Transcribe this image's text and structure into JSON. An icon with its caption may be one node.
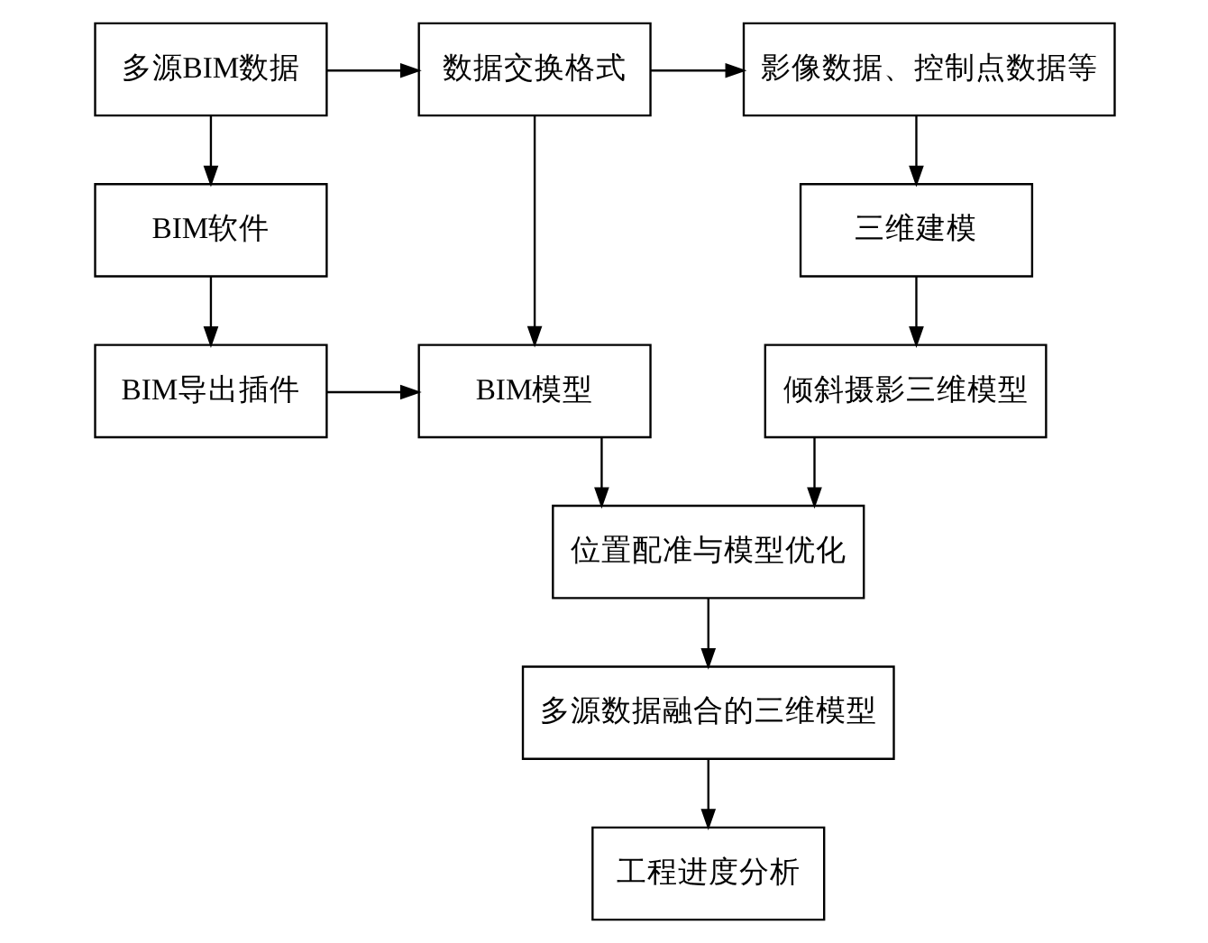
{
  "diagram": {
    "nodes": [
      {
        "text": [
          "多源BIM数据"
        ]
      },
      {
        "text": [
          "数据交换格式"
        ]
      },
      {
        "text": [
          "影像数据、控制点数据等"
        ]
      },
      {
        "text": [
          "BIM软件"
        ]
      },
      {
        "text": [
          "三维建模"
        ]
      },
      {
        "text": [
          "BIM导出插件"
        ]
      },
      {
        "text": [
          "BIM模型"
        ]
      },
      {
        "text": [
          "倾斜摄影三维模型"
        ]
      },
      {
        "text": [
          "位置配准与模型优化"
        ]
      },
      {
        "text": [
          "多源数据融合的三维模型"
        ]
      },
      {
        "text": [
          "工程进度分析"
        ]
      }
    ],
    "edges": [
      {
        "from": 0,
        "to": 1,
        "arrow": "to"
      },
      {
        "from": 1,
        "to": 2,
        "arrow": "to"
      },
      {
        "from": 0,
        "to": 3,
        "arrow": "to"
      },
      {
        "from": 2,
        "to": 4,
        "arrow": "to"
      },
      {
        "from": 3,
        "to": 5,
        "arrow": "to"
      },
      {
        "from": 1,
        "to": 6,
        "arrow": "to"
      },
      {
        "from": 4,
        "to": 7,
        "arrow": "to"
      },
      {
        "from": 5,
        "to": 6,
        "arrow": "to"
      },
      {
        "from": 6,
        "to": 8,
        "arrow": "to"
      },
      {
        "from": 7,
        "to": 8,
        "arrow": "to"
      },
      {
        "from": 8,
        "to": 9,
        "arrow": "to"
      },
      {
        "from": 9,
        "to": 10,
        "arrow": "to"
      }
    ]
  }
}
